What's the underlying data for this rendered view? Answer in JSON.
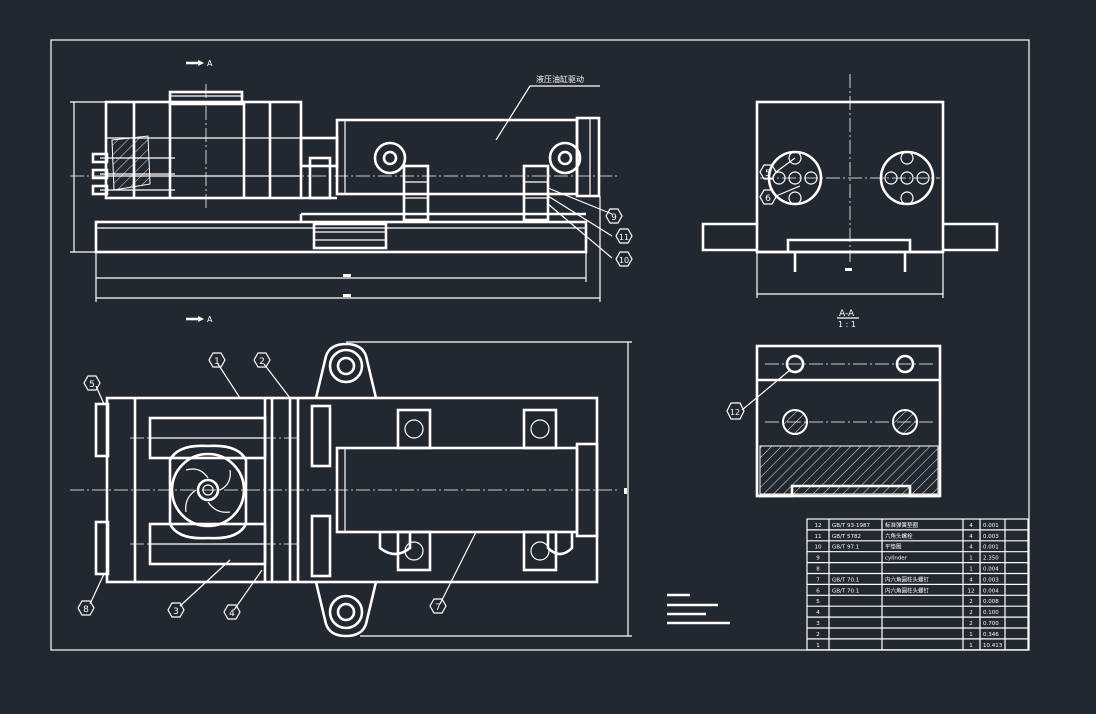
{
  "colors": {
    "background": "#212830",
    "line": "#ffffff"
  },
  "annotations": {
    "section_marker_top": "A",
    "section_marker_bottom": "A",
    "hydraulic_label": "液压油缸驱动",
    "section_view_label": "A-A",
    "section_view_scale": "1 : 1"
  },
  "balloons": [
    {
      "id": "b1",
      "label": "1"
    },
    {
      "id": "b2",
      "label": "2"
    },
    {
      "id": "b3",
      "label": "3"
    },
    {
      "id": "b4",
      "label": "4"
    },
    {
      "id": "b5a",
      "label": "5"
    },
    {
      "id": "b5b",
      "label": "5"
    },
    {
      "id": "b6",
      "label": "6"
    },
    {
      "id": "b7",
      "label": "7"
    },
    {
      "id": "b8",
      "label": "8"
    },
    {
      "id": "b9",
      "label": "9"
    },
    {
      "id": "b10",
      "label": "10"
    },
    {
      "id": "b11",
      "label": "11"
    },
    {
      "id": "b12",
      "label": "12"
    }
  ],
  "bom": [
    {
      "no": "12",
      "code": "GB/T 93-1987",
      "name": "标准弹簧垫圈",
      "qty": "4",
      "mass": "0.001"
    },
    {
      "no": "11",
      "code": "GB/T 5782",
      "name": "六角头螺栓",
      "qty": "4",
      "mass": "0.003"
    },
    {
      "no": "10",
      "code": "GB/T 97.1",
      "name": "平垫圈",
      "qty": "4",
      "mass": "0.001"
    },
    {
      "no": "9",
      "code": "",
      "name": "cylinder",
      "qty": "1",
      "mass": "2.350"
    },
    {
      "no": "8",
      "code": "",
      "name": "",
      "qty": "1",
      "mass": "0.004"
    },
    {
      "no": "7",
      "code": "GB/T 70.1",
      "name": "内六角圆柱头螺钉",
      "qty": "4",
      "mass": "0.003"
    },
    {
      "no": "6",
      "code": "GB/T 70.1",
      "name": "内六角圆柱头螺钉",
      "qty": "12",
      "mass": "0.004"
    },
    {
      "no": "5",
      "code": "",
      "name": "",
      "qty": "2",
      "mass": "0.008"
    },
    {
      "no": "4",
      "code": "",
      "name": "",
      "qty": "2",
      "mass": "0.100"
    },
    {
      "no": "3",
      "code": "",
      "name": "",
      "qty": "2",
      "mass": "0.700"
    },
    {
      "no": "2",
      "code": "",
      "name": "",
      "qty": "1",
      "mass": "0.346"
    },
    {
      "no": "1",
      "code": "",
      "name": "",
      "qty": "1",
      "mass": "10.413"
    }
  ]
}
